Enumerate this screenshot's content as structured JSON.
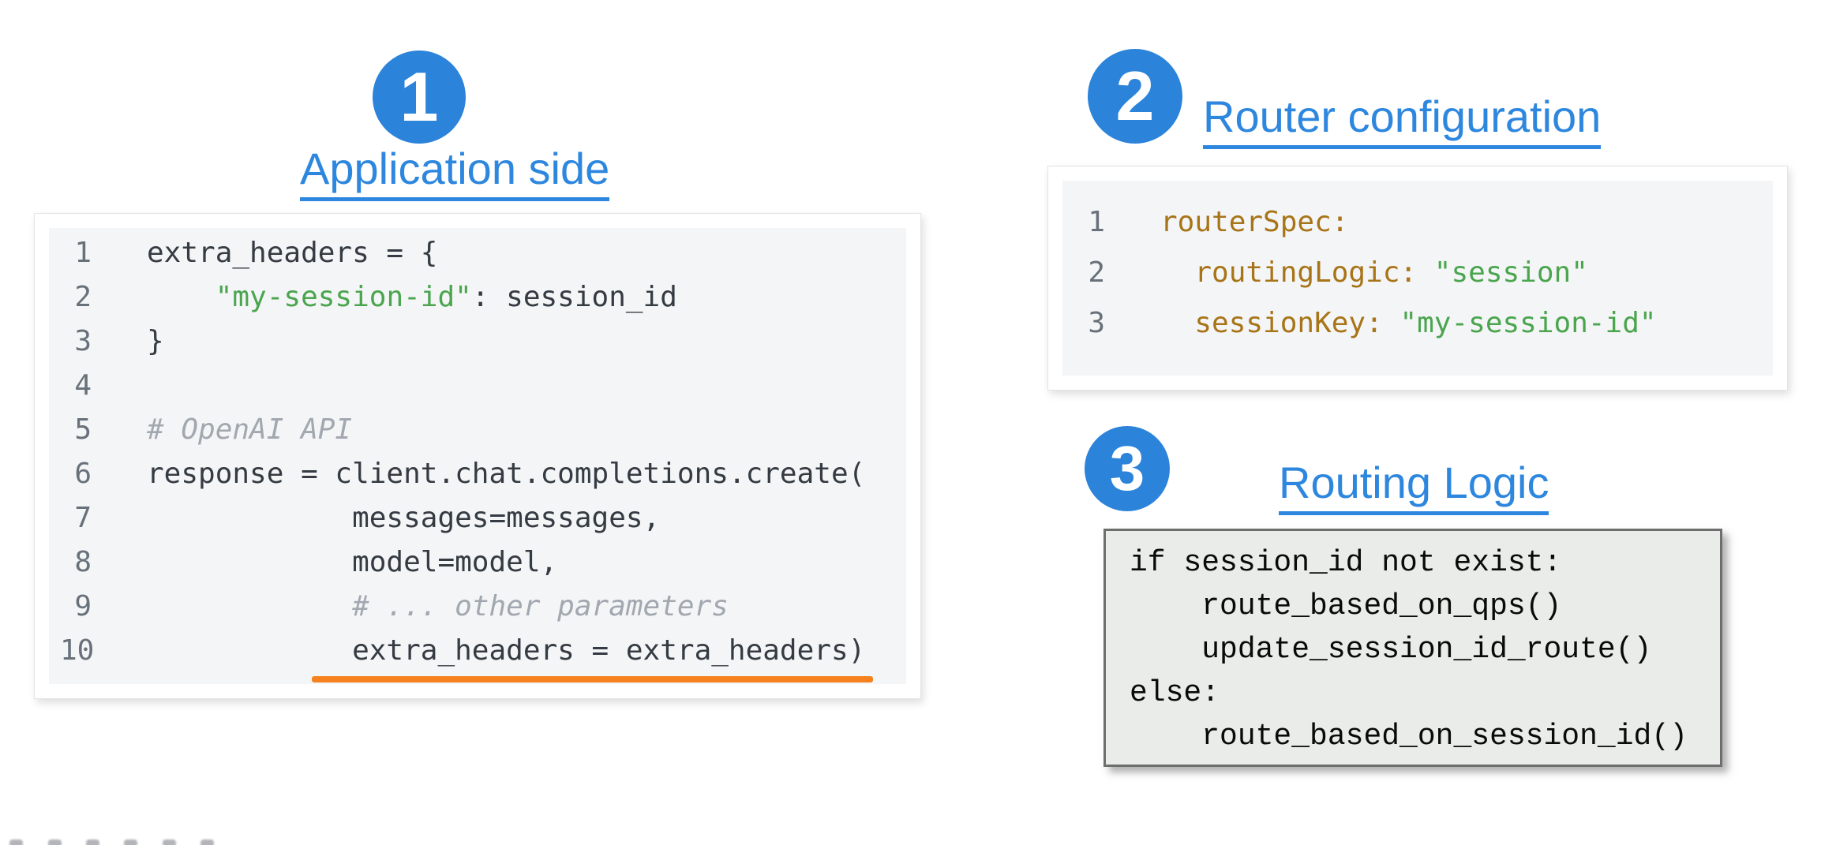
{
  "colors": {
    "accent_blue": "#2b83da",
    "link_blue": "#2e87de",
    "code_text": "#343b42",
    "line_number": "#68707a",
    "string_green": "#4aa54e",
    "comment_gray": "#a2a8b0",
    "yaml_key_brown": "#a87418",
    "highlight_orange": "#f5821e",
    "code_surface": "#f4f5f6",
    "logic_bg": "#e9ece9",
    "logic_border": "#6e6e6e"
  },
  "sections": {
    "application": {
      "badge": "1",
      "title": "Application side",
      "code_lines": [
        {
          "num": "1",
          "tokens": [
            {
              "type": "code",
              "text": "extra_headers = {"
            }
          ]
        },
        {
          "num": "2",
          "tokens": [
            {
              "type": "code",
              "text": "    "
            },
            {
              "type": "string",
              "text": "\"my-session-id\""
            },
            {
              "type": "code",
              "text": ": session_id"
            }
          ]
        },
        {
          "num": "3",
          "tokens": [
            {
              "type": "code",
              "text": "}"
            }
          ]
        },
        {
          "num": "4",
          "tokens": []
        },
        {
          "num": "5",
          "tokens": [
            {
              "type": "comment",
              "text": "# OpenAI API"
            }
          ]
        },
        {
          "num": "6",
          "tokens": [
            {
              "type": "code",
              "text": "response = client.chat.completions.create("
            }
          ]
        },
        {
          "num": "7",
          "tokens": [
            {
              "type": "code",
              "text": "            messages=messages,"
            }
          ]
        },
        {
          "num": "8",
          "tokens": [
            {
              "type": "code",
              "text": "            model=model,"
            }
          ]
        },
        {
          "num": "9",
          "tokens": [
            {
              "type": "code",
              "text": "            "
            },
            {
              "type": "comment",
              "text": "# ... other parameters"
            }
          ]
        },
        {
          "num": "10",
          "tokens": [
            {
              "type": "code",
              "text": "            extra_headers = extra_headers)"
            }
          ]
        }
      ]
    },
    "router_configuration": {
      "badge": "2",
      "title": "Router configuration",
      "code_lines": [
        {
          "num": "1",
          "tokens": [
            {
              "type": "key",
              "text": "routerSpec:"
            }
          ]
        },
        {
          "num": "2",
          "tokens": [
            {
              "type": "key",
              "text": "  routingLogic:"
            },
            {
              "type": "code",
              "text": " "
            },
            {
              "type": "string",
              "text": "\"session\""
            }
          ]
        },
        {
          "num": "3",
          "tokens": [
            {
              "type": "key",
              "text": "  sessionKey:"
            },
            {
              "type": "code",
              "text": " "
            },
            {
              "type": "string",
              "text": "\"my-session-id\""
            }
          ]
        }
      ]
    },
    "routing_logic": {
      "badge": "3",
      "title": "Routing Logic",
      "code_lines": [
        "if session_id not exist:",
        "    route_based_on_qps()",
        "    update_session_id_route()",
        "else:",
        "    route_based_on_session_id()"
      ]
    }
  }
}
